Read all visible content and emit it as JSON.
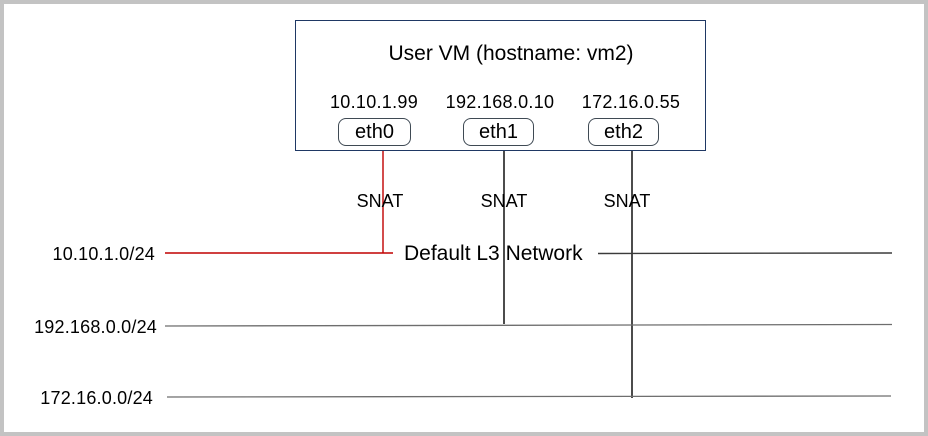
{
  "vm": {
    "title": "User VM (hostname: vm2)",
    "interfaces": [
      {
        "name": "eth0",
        "ip": "10.10.1.99",
        "snat_label": "SNAT"
      },
      {
        "name": "eth1",
        "ip": "192.168.0.10",
        "snat_label": "SNAT"
      },
      {
        "name": "eth2",
        "ip": "172.16.0.55",
        "snat_label": "SNAT"
      }
    ]
  },
  "networks": [
    {
      "cidr": "10.10.1.0/24",
      "name_label": "Default L3 Network"
    },
    {
      "cidr": "192.168.0.0/24"
    },
    {
      "cidr": "172.16.0.0/24"
    }
  ],
  "colors": {
    "red_connector": "#c00000",
    "black_connector": "#000000",
    "dark_network_line": "#3b3b3b",
    "gray_network_line": "#6e6e6e",
    "vm_box_border": "#1f3864",
    "eth_box_border": "#3f4a54",
    "outer_frame": "#c3c3c3",
    "text": "#000000"
  }
}
